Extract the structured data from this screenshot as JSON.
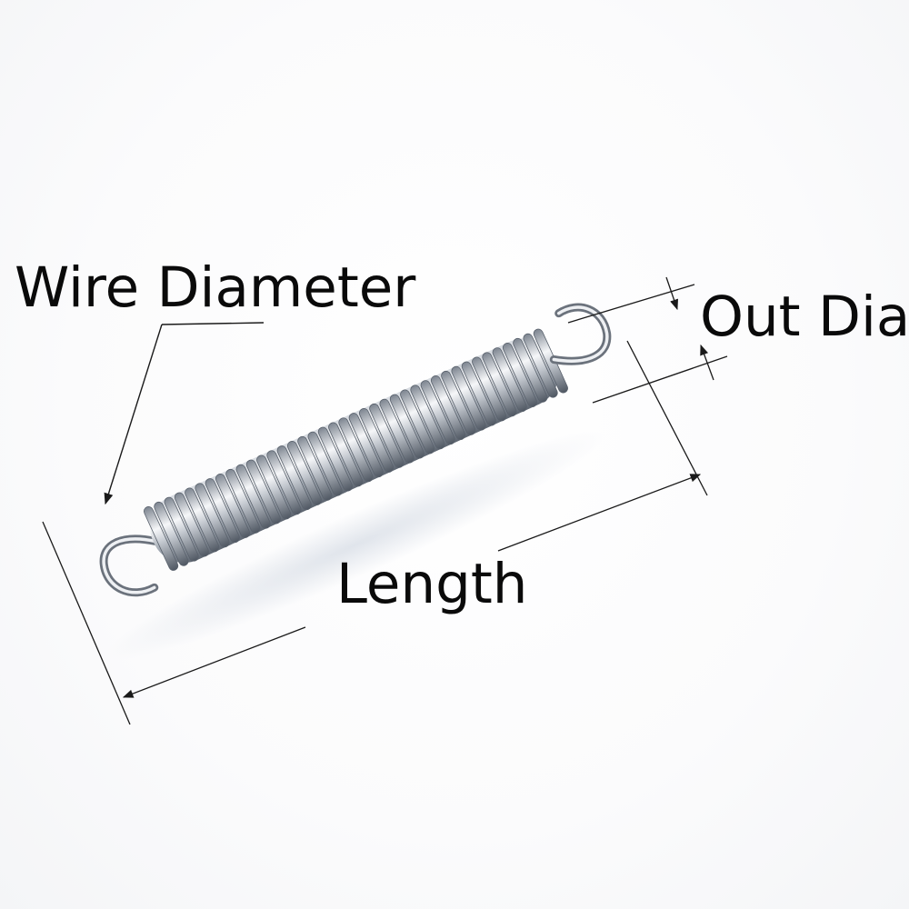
{
  "labels": {
    "wire_diameter": "Wire Diameter",
    "out_dia": "Out Dia.",
    "length": "Length"
  },
  "colors": {
    "text": "#0a0a0a",
    "line": "#1a1a1a",
    "steel_light": "#f2f4f7",
    "steel_mid": "#b9bfc8",
    "steel_dark": "#5d6570"
  }
}
